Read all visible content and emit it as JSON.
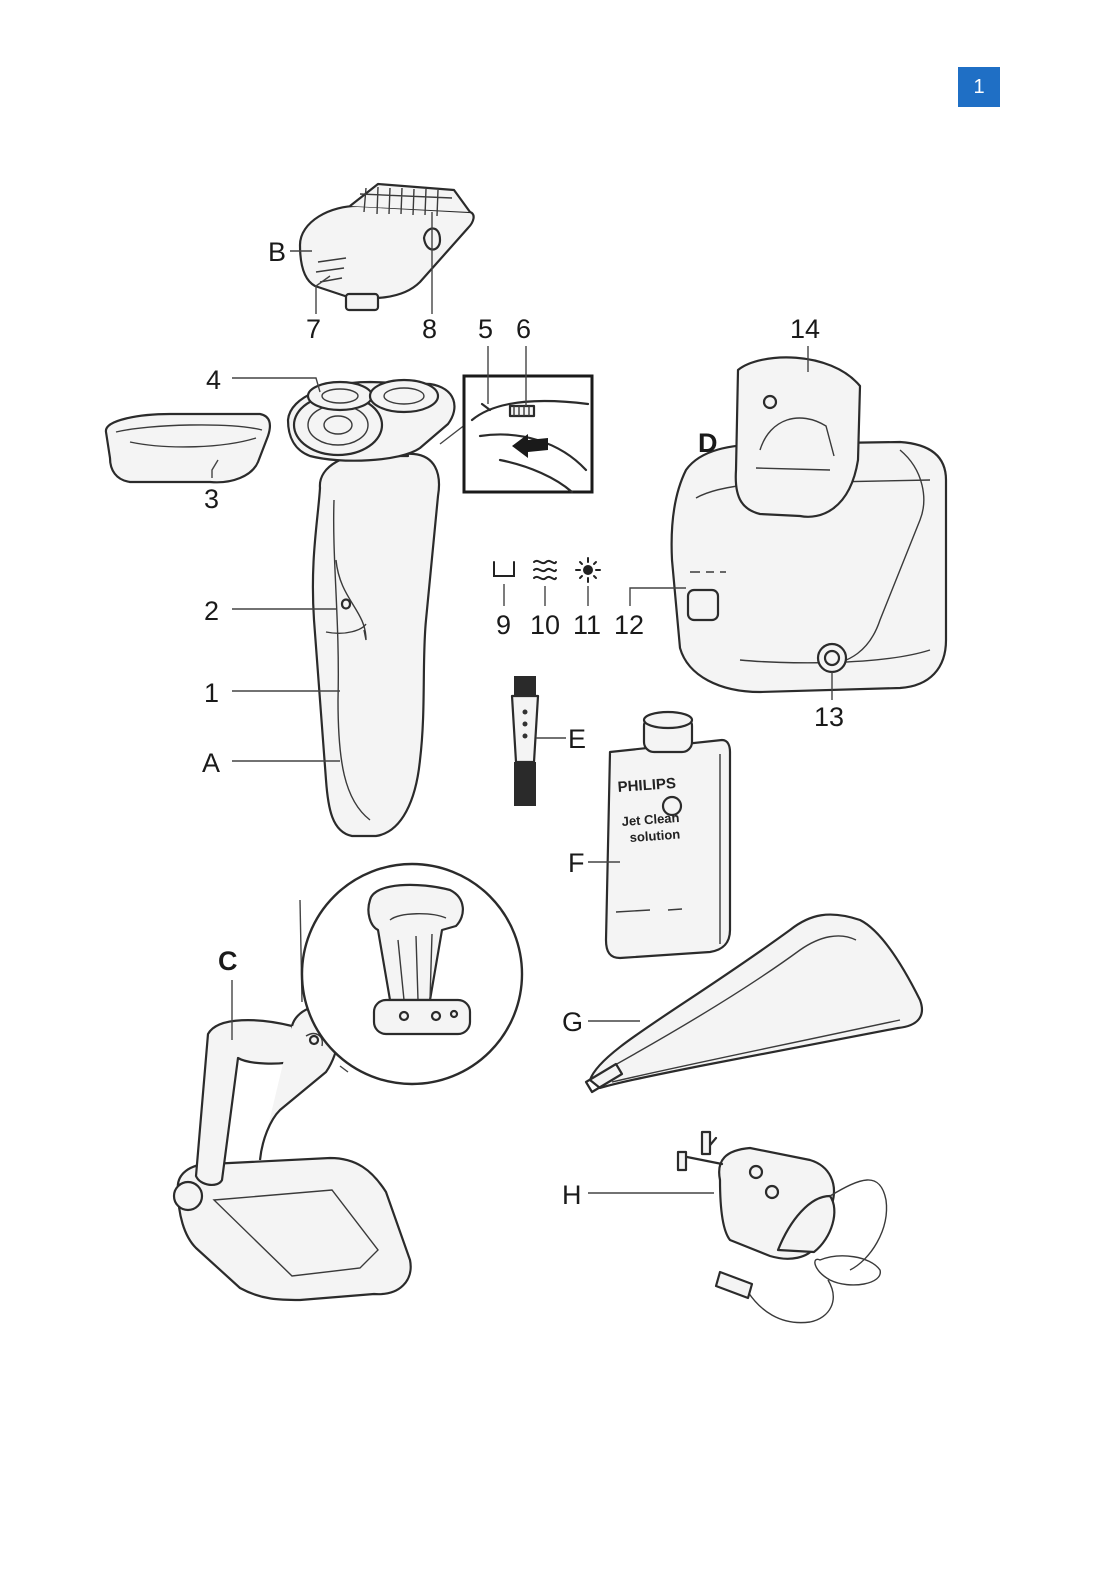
{
  "page": {
    "number": "1"
  },
  "labels": {
    "A": "A",
    "B": "B",
    "C": "C",
    "D": "D",
    "E": "E",
    "F": "F",
    "G": "G",
    "H": "H",
    "n1": "1",
    "n2": "2",
    "n3": "3",
    "n4": "4",
    "n5": "5",
    "n6": "6",
    "n7": "7",
    "n8": "8",
    "n9": "9",
    "n10": "10",
    "n11": "11",
    "n12": "12",
    "n13": "13",
    "n14": "14"
  },
  "bottle": {
    "brand": "PHILIPS",
    "line1": "Jet Clean",
    "line2": "solution"
  },
  "icons": {
    "n9": "cleaning-tray-icon",
    "n10": "rinsing-waves-icon",
    "n11": "drying-sun-icon"
  },
  "colors": {
    "page_badge": "#1f6fc5"
  }
}
